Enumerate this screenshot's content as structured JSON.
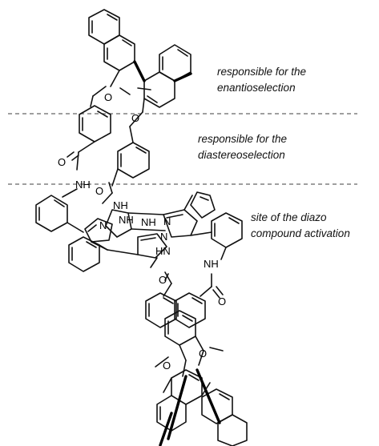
{
  "annotations": {
    "enantio": {
      "line1": "responsible for the",
      "line2": "enantioselection"
    },
    "diastereo": {
      "line1": "responsible for the",
      "line2": "diastereoselection"
    },
    "activation": {
      "line1": "site of the diazo",
      "line2": "compound activation"
    }
  },
  "atom_labels": {
    "o_top_left": "O",
    "o_top_center": "O",
    "o_amide_left": "O",
    "nh_left": "NH",
    "o_amide_center": "O",
    "nh_pyrrole_upper": "NH",
    "nh_pyrrole_center": "NH",
    "nh_pyrrole_mid": "NH",
    "n_pyrrole_left": "N",
    "n_pyrrole_right": "N",
    "n_pyrrole_lower": "N",
    "hn_lower": "HN",
    "nh_right": "NH",
    "o_amide_lower_left": "O",
    "o_amide_lower_right": "O",
    "o_bottom_right": "O",
    "o_bottom_left": "O"
  }
}
